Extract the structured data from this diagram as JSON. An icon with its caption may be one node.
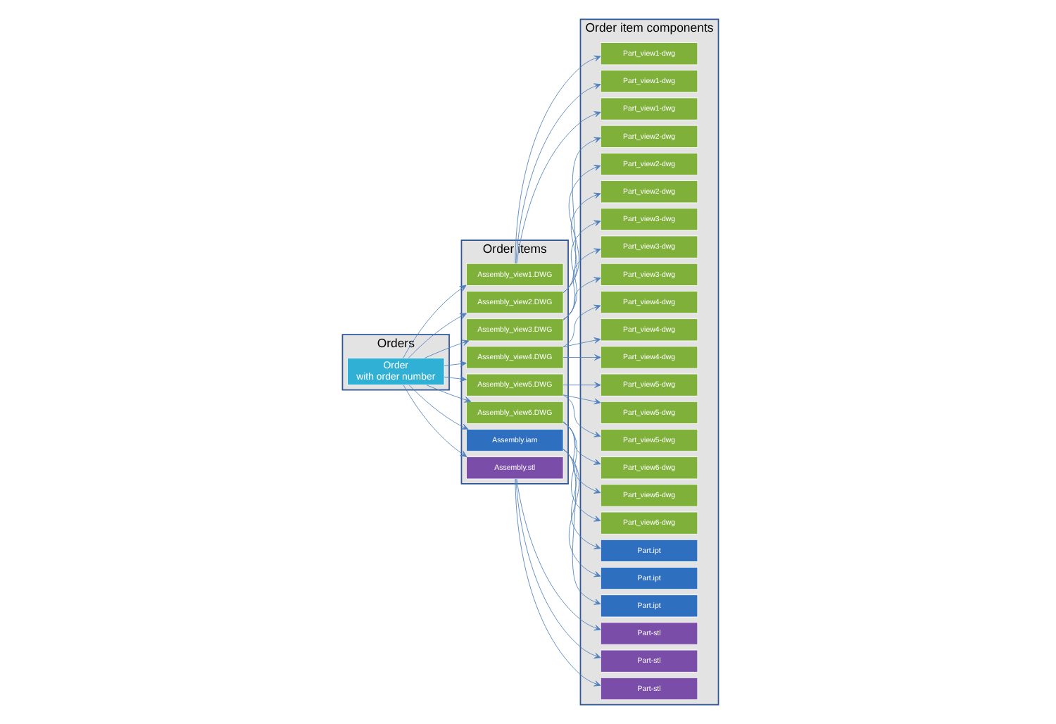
{
  "diagram": {
    "nodes": [
      {
        "text": [
          "Orders"
        ]
      },
      {
        "text": [
          "Order items"
        ]
      },
      {
        "text": [
          "Order item components"
        ]
      },
      {
        "text": [
          "Order",
          "with order number"
        ],
        "in": 0
      },
      {
        "text": [
          "Assembly_view1.DWG"
        ],
        "in": 1
      },
      {
        "text": [
          "Assembly_view2.DWG"
        ],
        "in": 1
      },
      {
        "text": [
          "Assembly_view3.DWG"
        ],
        "in": 1
      },
      {
        "text": [
          "Assembly_view4.DWG"
        ],
        "in": 1
      },
      {
        "text": [
          "Assembly_view5.DWG"
        ],
        "in": 1
      },
      {
        "text": [
          "Assembly_view6.DWG"
        ],
        "in": 1
      },
      {
        "text": [
          "Assembly.iam"
        ],
        "in": 1
      },
      {
        "text": [
          "Assembly.stl"
        ],
        "in": 1
      },
      {
        "text": [
          "Part_view1-dwg"
        ],
        "in": 2
      },
      {
        "text": [
          "Part_view1-dwg"
        ],
        "in": 2
      },
      {
        "text": [
          "Part_view1-dwg"
        ],
        "in": 2
      },
      {
        "text": [
          "Part_view2-dwg"
        ],
        "in": 2
      },
      {
        "text": [
          "Part_view2-dwg"
        ],
        "in": 2
      },
      {
        "text": [
          "Part_view2-dwg"
        ],
        "in": 2
      },
      {
        "text": [
          "Part_view3-dwg"
        ],
        "in": 2
      },
      {
        "text": [
          "Part_view3-dwg"
        ],
        "in": 2
      },
      {
        "text": [
          "Part_view3-dwg"
        ],
        "in": 2
      },
      {
        "text": [
          "Part_view4-dwg"
        ],
        "in": 2
      },
      {
        "text": [
          "Part_view4-dwg"
        ],
        "in": 2
      },
      {
        "text": [
          "Part_view4-dwg"
        ],
        "in": 2
      },
      {
        "text": [
          "Part_view5-dwg"
        ],
        "in": 2
      },
      {
        "text": [
          "Part_view5-dwg"
        ],
        "in": 2
      },
      {
        "text": [
          "Part_view5-dwg"
        ],
        "in": 2
      },
      {
        "text": [
          "Part_view6-dwg"
        ],
        "in": 2
      },
      {
        "text": [
          "Part_view6-dwg"
        ],
        "in": 2
      },
      {
        "text": [
          "Part_view6-dwg"
        ],
        "in": 2
      },
      {
        "text": [
          "Part.ipt"
        ],
        "in": 2
      },
      {
        "text": [
          "Part.ipt"
        ],
        "in": 2
      },
      {
        "text": [
          "Part.ipt"
        ],
        "in": 2
      },
      {
        "text": [
          "Part-stl"
        ],
        "in": 2
      },
      {
        "text": [
          "Part-stl"
        ],
        "in": 2
      },
      {
        "text": [
          "Part-stl"
        ],
        "in": 2
      }
    ],
    "edges": [
      {
        "from": 3,
        "to": 4,
        "arrow": "to"
      },
      {
        "from": 3,
        "to": 5,
        "arrow": "to"
      },
      {
        "from": 3,
        "to": 6,
        "arrow": "to"
      },
      {
        "from": 3,
        "to": 7,
        "arrow": "to"
      },
      {
        "from": 3,
        "to": 8,
        "arrow": "to"
      },
      {
        "from": 3,
        "to": 9,
        "arrow": "to"
      },
      {
        "from": 3,
        "to": 10,
        "arrow": "to"
      },
      {
        "from": 3,
        "to": 11,
        "arrow": "to"
      },
      {
        "from": 4,
        "to": 12,
        "arrow": "to"
      },
      {
        "from": 4,
        "to": 13,
        "arrow": "to"
      },
      {
        "from": 4,
        "to": 14,
        "arrow": "to"
      },
      {
        "from": 5,
        "to": 15,
        "arrow": "to"
      },
      {
        "from": 5,
        "to": 16,
        "arrow": "to"
      },
      {
        "from": 5,
        "to": 17,
        "arrow": "to"
      },
      {
        "from": 6,
        "to": 18,
        "arrow": "to"
      },
      {
        "from": 6,
        "to": 19,
        "arrow": "to"
      },
      {
        "from": 6,
        "to": 20,
        "arrow": "to"
      },
      {
        "from": 7,
        "to": 21,
        "arrow": "to"
      },
      {
        "from": 7,
        "to": 22,
        "arrow": "to"
      },
      {
        "from": 7,
        "to": 23,
        "arrow": "to"
      },
      {
        "from": 8,
        "to": 24,
        "arrow": "to"
      },
      {
        "from": 8,
        "to": 25,
        "arrow": "to"
      },
      {
        "from": 8,
        "to": 26,
        "arrow": "to"
      },
      {
        "from": 9,
        "to": 27,
        "arrow": "to"
      },
      {
        "from": 9,
        "to": 28,
        "arrow": "to"
      },
      {
        "from": 9,
        "to": 29,
        "arrow": "to"
      },
      {
        "from": 10,
        "to": 30,
        "arrow": "to"
      },
      {
        "from": 10,
        "to": 31,
        "arrow": "to"
      },
      {
        "from": 10,
        "to": 32,
        "arrow": "to"
      },
      {
        "from": 11,
        "to": 33,
        "arrow": "to"
      },
      {
        "from": 11,
        "to": 34,
        "arrow": "to"
      },
      {
        "from": 11,
        "to": 35,
        "arrow": "to"
      }
    ]
  }
}
